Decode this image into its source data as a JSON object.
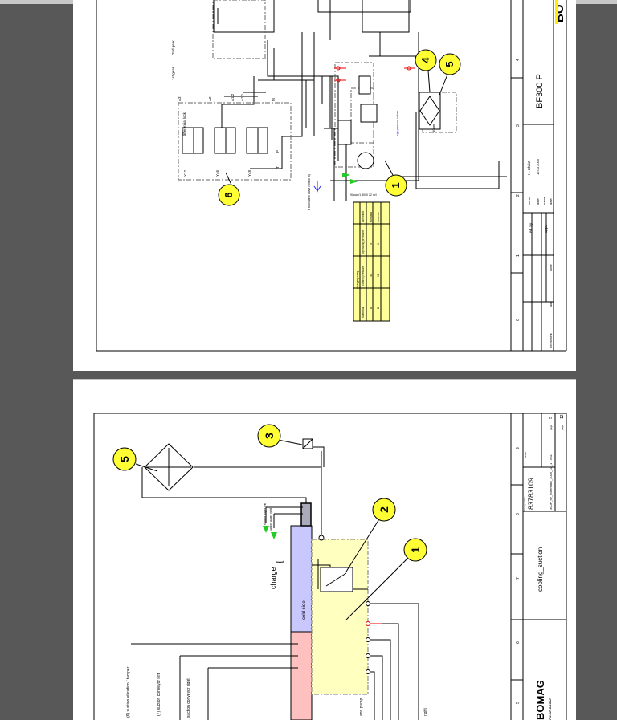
{
  "viewer": {
    "background": "#585858"
  },
  "page1": {
    "title": "BF300 P",
    "logo_text": "BO",
    "column_numbers": [
      "0",
      "1",
      "2",
      "3",
      "4"
    ],
    "edited_by_label": "ed. by",
    "approved_label": "appr.",
    "name_label": "name",
    "date_label": "date",
    "editor_name": "H. Christ",
    "edit_date": "16.03.2009",
    "amendment_label": "amendment",
    "rev_date_label": "date",
    "rev_name_label": "name",
    "schematic": {
      "differential_lock": "differential lock",
      "first_gear": "1st gear",
      "second_gear": "2nd gear",
      "valves": [
        "Y12",
        "Y46",
        "Y48"
      ],
      "ports": [
        "A3",
        "A2",
        "A1.2",
        "A1.1",
        "M",
        "P",
        "T"
      ],
      "pressure_line_label": "P to oil tank/ valve control (6)",
      "pump_label": "90ccm/1 3000 22 m/l",
      "filter_label": "10µm",
      "relief_note": "high pressure valves",
      "callouts": [
        "6",
        "1",
        "4",
        "5"
      ],
      "table": {
        "title": "charge pump",
        "headers": [
          "solenoid",
          "control pressure",
          "operating pressure",
          "direction"
        ],
        "rows": [
          [
            "A",
            "X1",
            "X",
            "forward"
          ],
          [
            "B",
            "X2",
            "X",
            "reverse"
          ]
        ]
      }
    }
  },
  "page2": {
    "title": "cooling_suction",
    "drawing_number_label": "drawing number",
    "drawing_number": "83783109",
    "file_name": "300P_hy_schematic_2009_03_17.VSD",
    "scale_label": "scale",
    "page_label": "page",
    "page_number": "5",
    "pages_label": "page",
    "page_total": "12",
    "column_numbers": [
      "5",
      "6",
      "7",
      "8",
      "9"
    ],
    "logo_text": "BOMAG",
    "logo_sub": "FAYAT GROUP",
    "schematic": {
      "cold_side": "cold side",
      "charge": "charge",
      "suction_auger_left": "suction auger left",
      "suction_auger_right": "suction auger right",
      "suction_vibration": "(6) suction vibration / tamper",
      "suction_conveyor_left": "(7) suction conveyor left",
      "suction_conveyor_right": "suction conveyor right",
      "pump_label": "ann pump",
      "right_label": "right",
      "callouts": [
        "5",
        "3",
        "2",
        "1"
      ],
      "colors": {
        "cold": "#c8c8ff",
        "hot": "#ffc0c0",
        "tank": "#ffffc0",
        "callout": "#ffff33",
        "arrow": "#22cc22"
      }
    }
  }
}
